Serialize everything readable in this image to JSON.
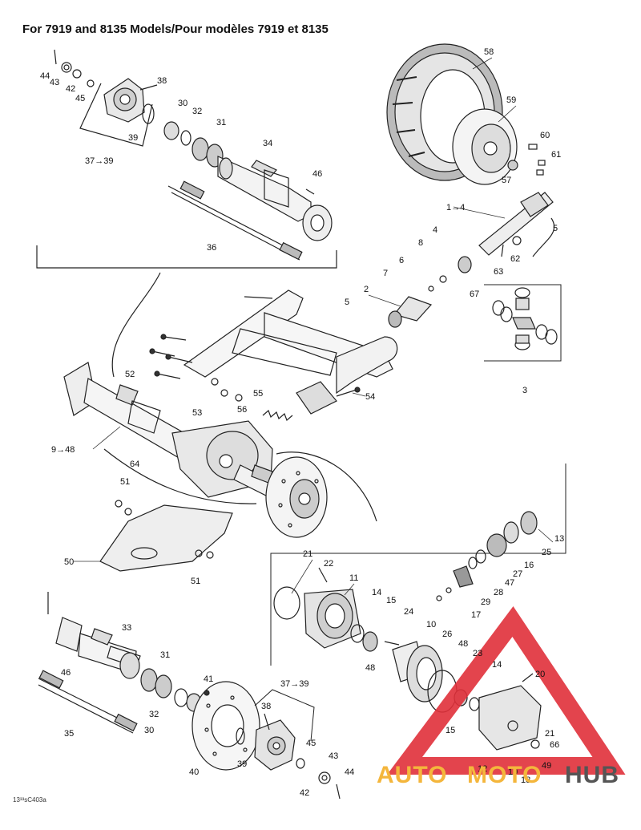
{
  "title": "For 7919 and 8135 Models/Pour modèles 7919 et 8135",
  "drawing_code": "13³³sC403a",
  "watermark": {
    "part1": "AUTO",
    "part2": "MOTO",
    "part3": "HUB",
    "triangle_color": "#e0303a",
    "text_color": "#f4b63c",
    "hub_color": "#555555"
  },
  "callouts": [
    {
      "id": "c44a",
      "text": "44"
    },
    {
      "id": "c43a",
      "text": "43"
    },
    {
      "id": "c42a",
      "text": "42"
    },
    {
      "id": "c45a",
      "text": "45"
    },
    {
      "id": "c38a",
      "text": "38"
    },
    {
      "id": "c30a",
      "text": "30"
    },
    {
      "id": "c32a",
      "text": "32"
    },
    {
      "id": "c31a",
      "text": "31"
    },
    {
      "id": "c39a",
      "text": "39"
    },
    {
      "id": "c3739a",
      "text": "37→39"
    },
    {
      "id": "c34",
      "text": "34"
    },
    {
      "id": "c46a",
      "text": "46"
    },
    {
      "id": "c36",
      "text": "36"
    },
    {
      "id": "c58",
      "text": "58"
    },
    {
      "id": "c59",
      "text": "59"
    },
    {
      "id": "c60",
      "text": "60"
    },
    {
      "id": "c61",
      "text": "61"
    },
    {
      "id": "c57",
      "text": "57"
    },
    {
      "id": "c14",
      "text": "1→4"
    },
    {
      "id": "c5a",
      "text": "5"
    },
    {
      "id": "c4",
      "text": "4"
    },
    {
      "id": "c8",
      "text": "8"
    },
    {
      "id": "c62",
      "text": "62"
    },
    {
      "id": "c6",
      "text": "6"
    },
    {
      "id": "c63",
      "text": "63"
    },
    {
      "id": "c7",
      "text": "7"
    },
    {
      "id": "c67",
      "text": "67"
    },
    {
      "id": "c2",
      "text": "2"
    },
    {
      "id": "c5b",
      "text": "5"
    },
    {
      "id": "c3",
      "text": "3"
    },
    {
      "id": "c52",
      "text": "52"
    },
    {
      "id": "c55",
      "text": "55"
    },
    {
      "id": "c54",
      "text": "54"
    },
    {
      "id": "c56",
      "text": "56"
    },
    {
      "id": "c53",
      "text": "53"
    },
    {
      "id": "c948",
      "text": "9→48"
    },
    {
      "id": "c64",
      "text": "64"
    },
    {
      "id": "c51a",
      "text": "51"
    },
    {
      "id": "c50",
      "text": "50"
    },
    {
      "id": "c51b",
      "text": "51"
    },
    {
      "id": "c13",
      "text": "13"
    },
    {
      "id": "c25",
      "text": "25"
    },
    {
      "id": "c16",
      "text": "16"
    },
    {
      "id": "c27",
      "text": "27"
    },
    {
      "id": "c47",
      "text": "47"
    },
    {
      "id": "c28",
      "text": "28"
    },
    {
      "id": "c29",
      "text": "29"
    },
    {
      "id": "c17",
      "text": "17"
    },
    {
      "id": "c21a",
      "text": "21"
    },
    {
      "id": "c22",
      "text": "22"
    },
    {
      "id": "c11",
      "text": "11"
    },
    {
      "id": "c14b",
      "text": "14"
    },
    {
      "id": "c15a",
      "text": "15"
    },
    {
      "id": "c24",
      "text": "24"
    },
    {
      "id": "c10",
      "text": "10"
    },
    {
      "id": "c26",
      "text": "26"
    },
    {
      "id": "c48a",
      "text": "48"
    },
    {
      "id": "c23",
      "text": "23"
    },
    {
      "id": "c48b",
      "text": "48"
    },
    {
      "id": "c14c",
      "text": "14"
    },
    {
      "id": "c20",
      "text": "20"
    },
    {
      "id": "c33",
      "text": "33"
    },
    {
      "id": "c31b",
      "text": "31"
    },
    {
      "id": "c46b",
      "text": "46"
    },
    {
      "id": "c41",
      "text": "41"
    },
    {
      "id": "c3739b",
      "text": "37→39"
    },
    {
      "id": "c38b",
      "text": "38"
    },
    {
      "id": "c32b",
      "text": "32"
    },
    {
      "id": "c30b",
      "text": "30"
    },
    {
      "id": "c35",
      "text": "35"
    },
    {
      "id": "c39b",
      "text": "39"
    },
    {
      "id": "c45b",
      "text": "45"
    },
    {
      "id": "c43b",
      "text": "43"
    },
    {
      "id": "c40",
      "text": "40"
    },
    {
      "id": "c44b",
      "text": "44"
    },
    {
      "id": "c42b",
      "text": "42"
    },
    {
      "id": "c15b",
      "text": "15"
    },
    {
      "id": "c21b",
      "text": "21"
    },
    {
      "id": "c66",
      "text": "66"
    },
    {
      "id": "c12",
      "text": "12"
    },
    {
      "id": "c19",
      "text": "19"
    },
    {
      "id": "c18",
      "text": "18"
    },
    {
      "id": "c49",
      "text": "49"
    }
  ]
}
